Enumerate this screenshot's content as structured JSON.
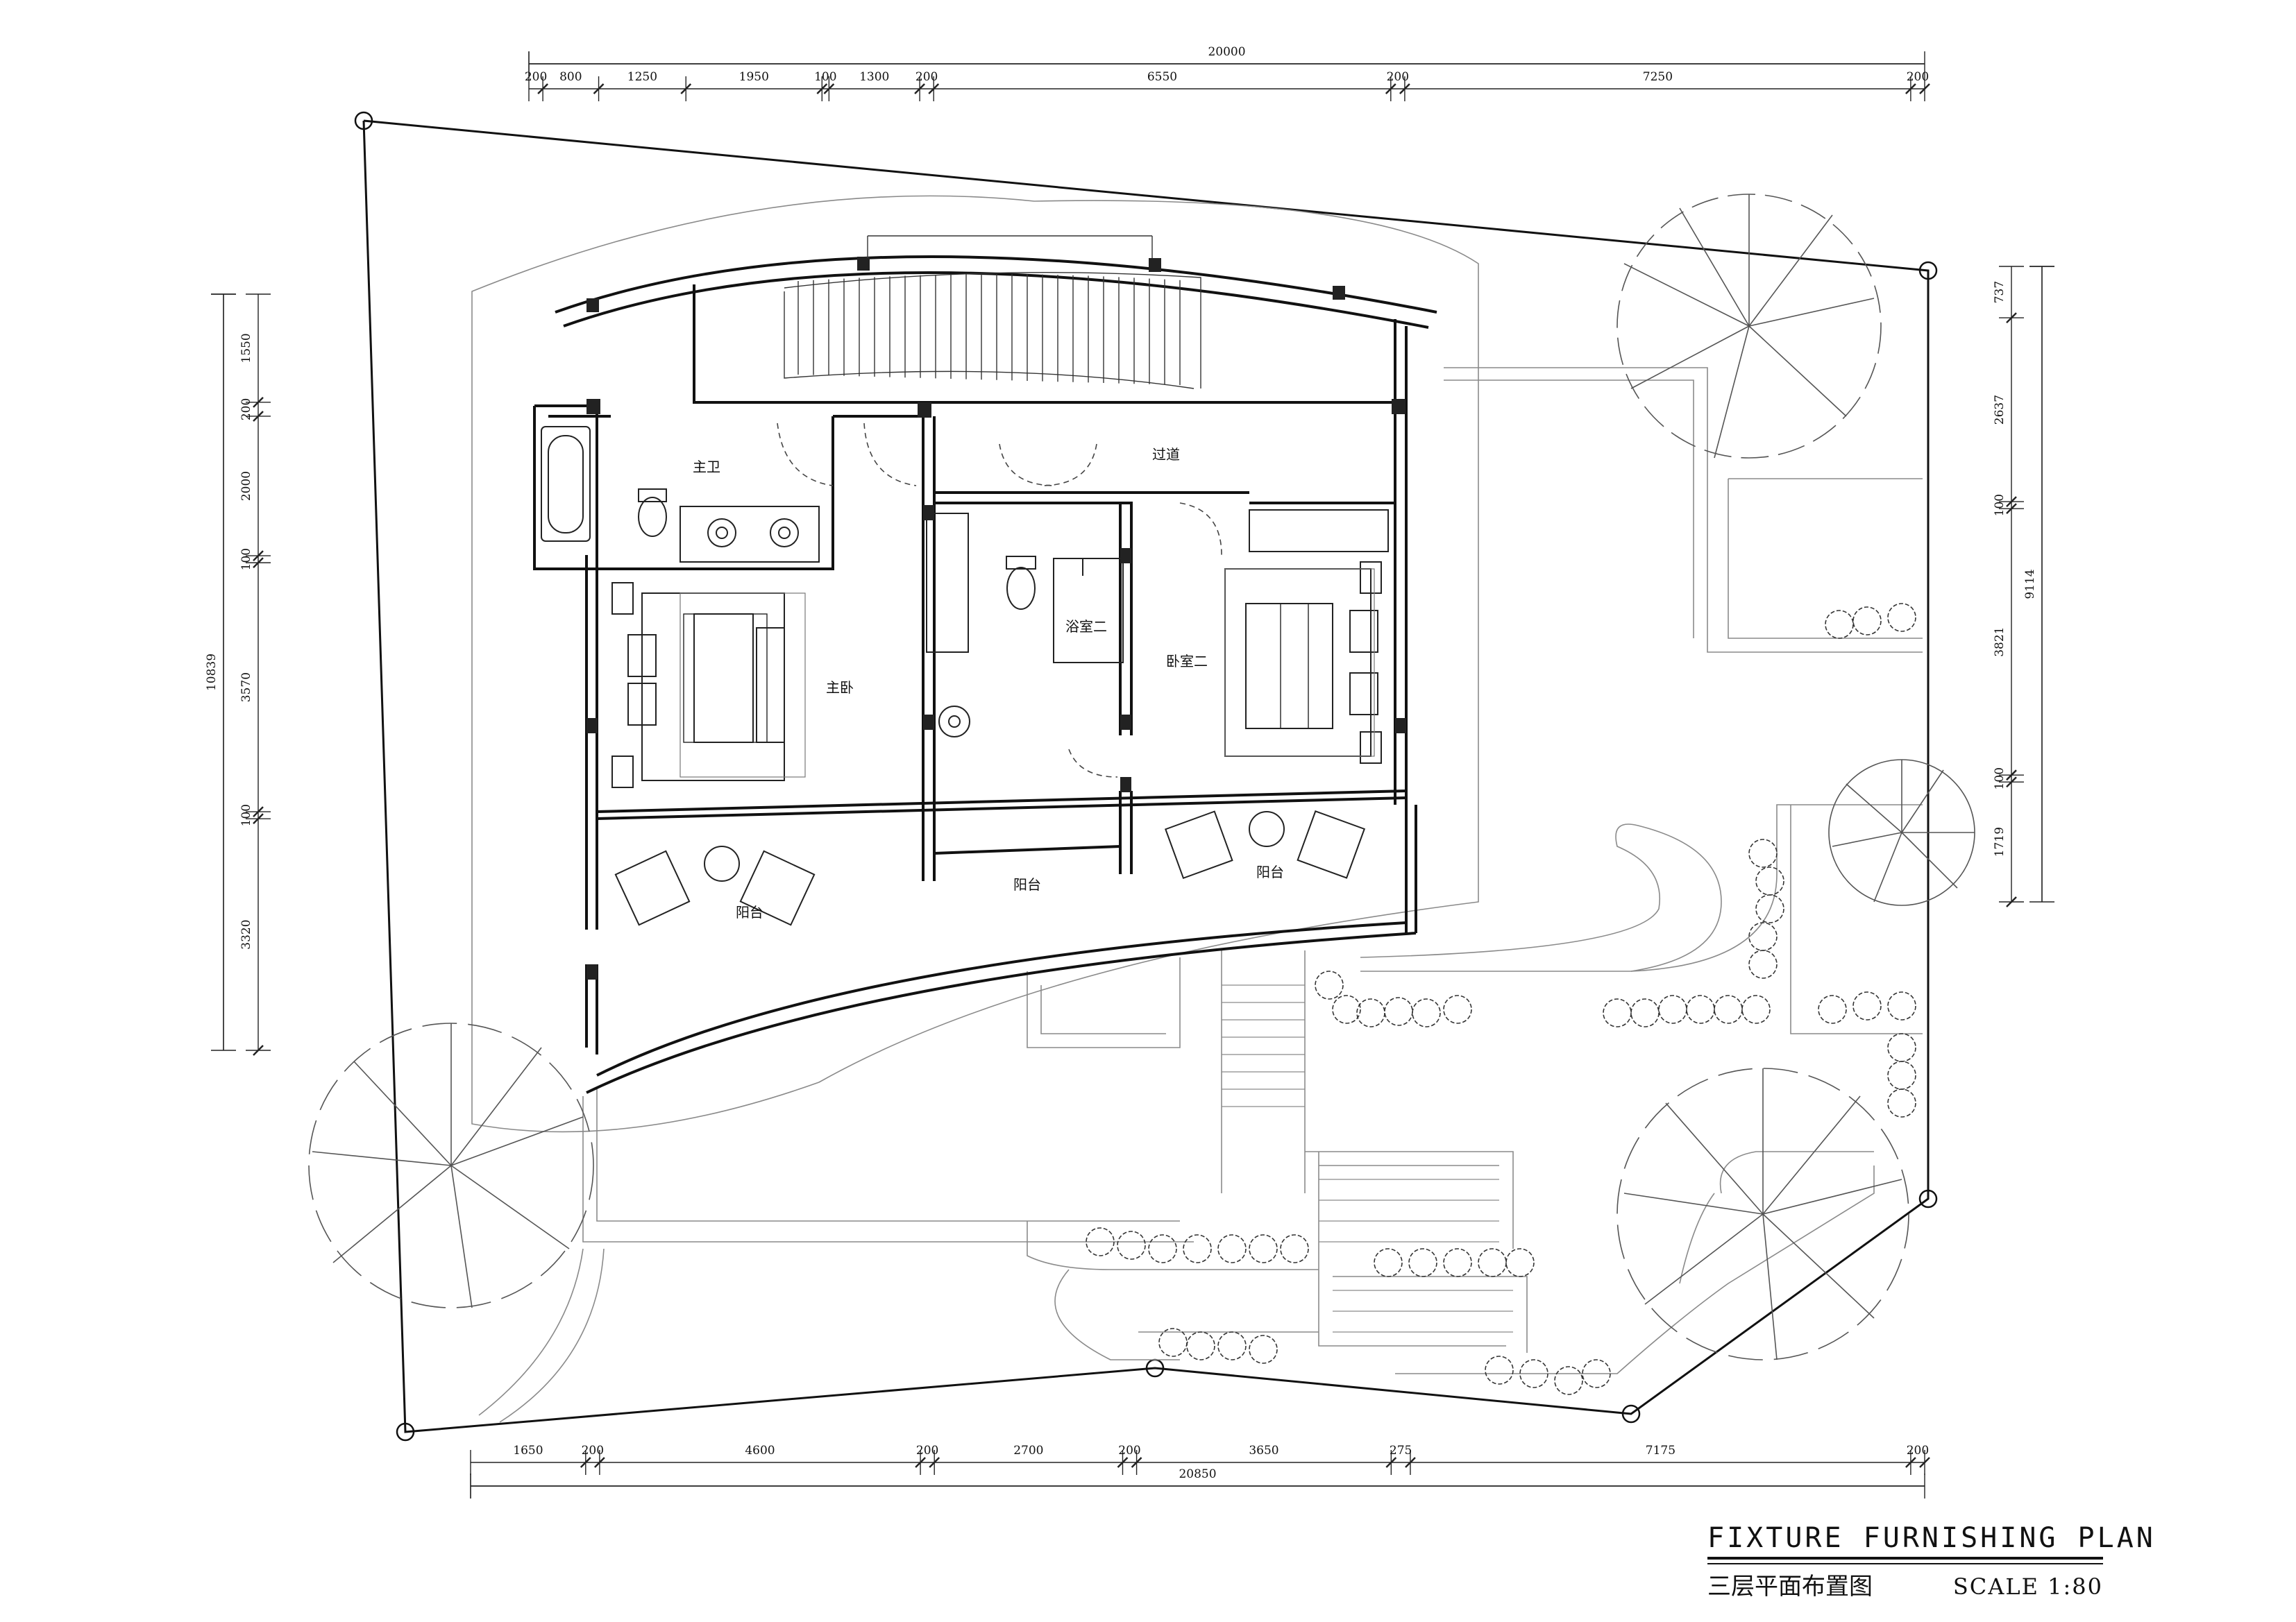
{
  "drawing": {
    "title": "FIXTURE FURNISHING PLAN",
    "subtitle_cn": "三层平面布置图",
    "scale": "SCALE 1:80"
  },
  "dimensions": {
    "top_total": "20000",
    "top_segments": [
      "200",
      "800",
      "1250",
      "1950",
      "100",
      "1300",
      "200",
      "6550",
      "200",
      "7250",
      "200"
    ],
    "bottom_total": "20850",
    "bottom_segments": [
      "1650",
      "200",
      "4600",
      "200",
      "2700",
      "200",
      "3650",
      "275",
      "7175",
      "200"
    ],
    "left_total": "10839",
    "left_segments": [
      "1550",
      "200",
      "2000",
      "100",
      "3570",
      "100",
      "3320"
    ],
    "right_total": "9114",
    "right_segments": [
      "737",
      "2637",
      "100",
      "3821",
      "100",
      "1719"
    ]
  },
  "rooms": {
    "master_bath": "主卫",
    "corridor": "过道",
    "master_bedroom": "主卧",
    "bathroom_2": "浴室二",
    "bedroom_2": "卧室二",
    "balcony_left": "阳台",
    "balcony_mid": "阳台",
    "balcony_right": "阳台"
  },
  "colors": {
    "line": "#111111",
    "thin": "#555555",
    "light": "#8a8a8a"
  }
}
